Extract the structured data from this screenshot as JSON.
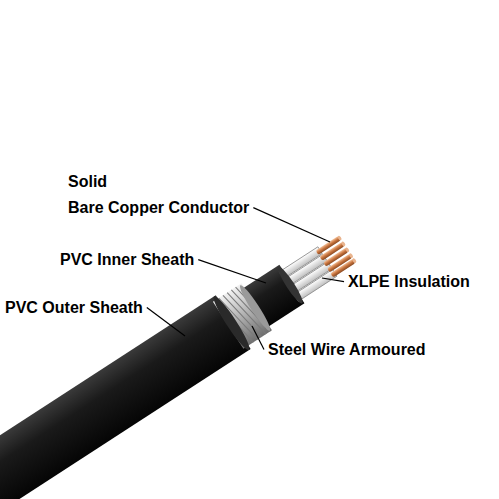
{
  "diagram": {
    "labels": [
      "Solid",
      "Bare Copper Conductor",
      "PVC Inner Sheath",
      "XLPE Insulation",
      "PVC Outer Sheath",
      "Steel Wire Armoured"
    ]
  }
}
